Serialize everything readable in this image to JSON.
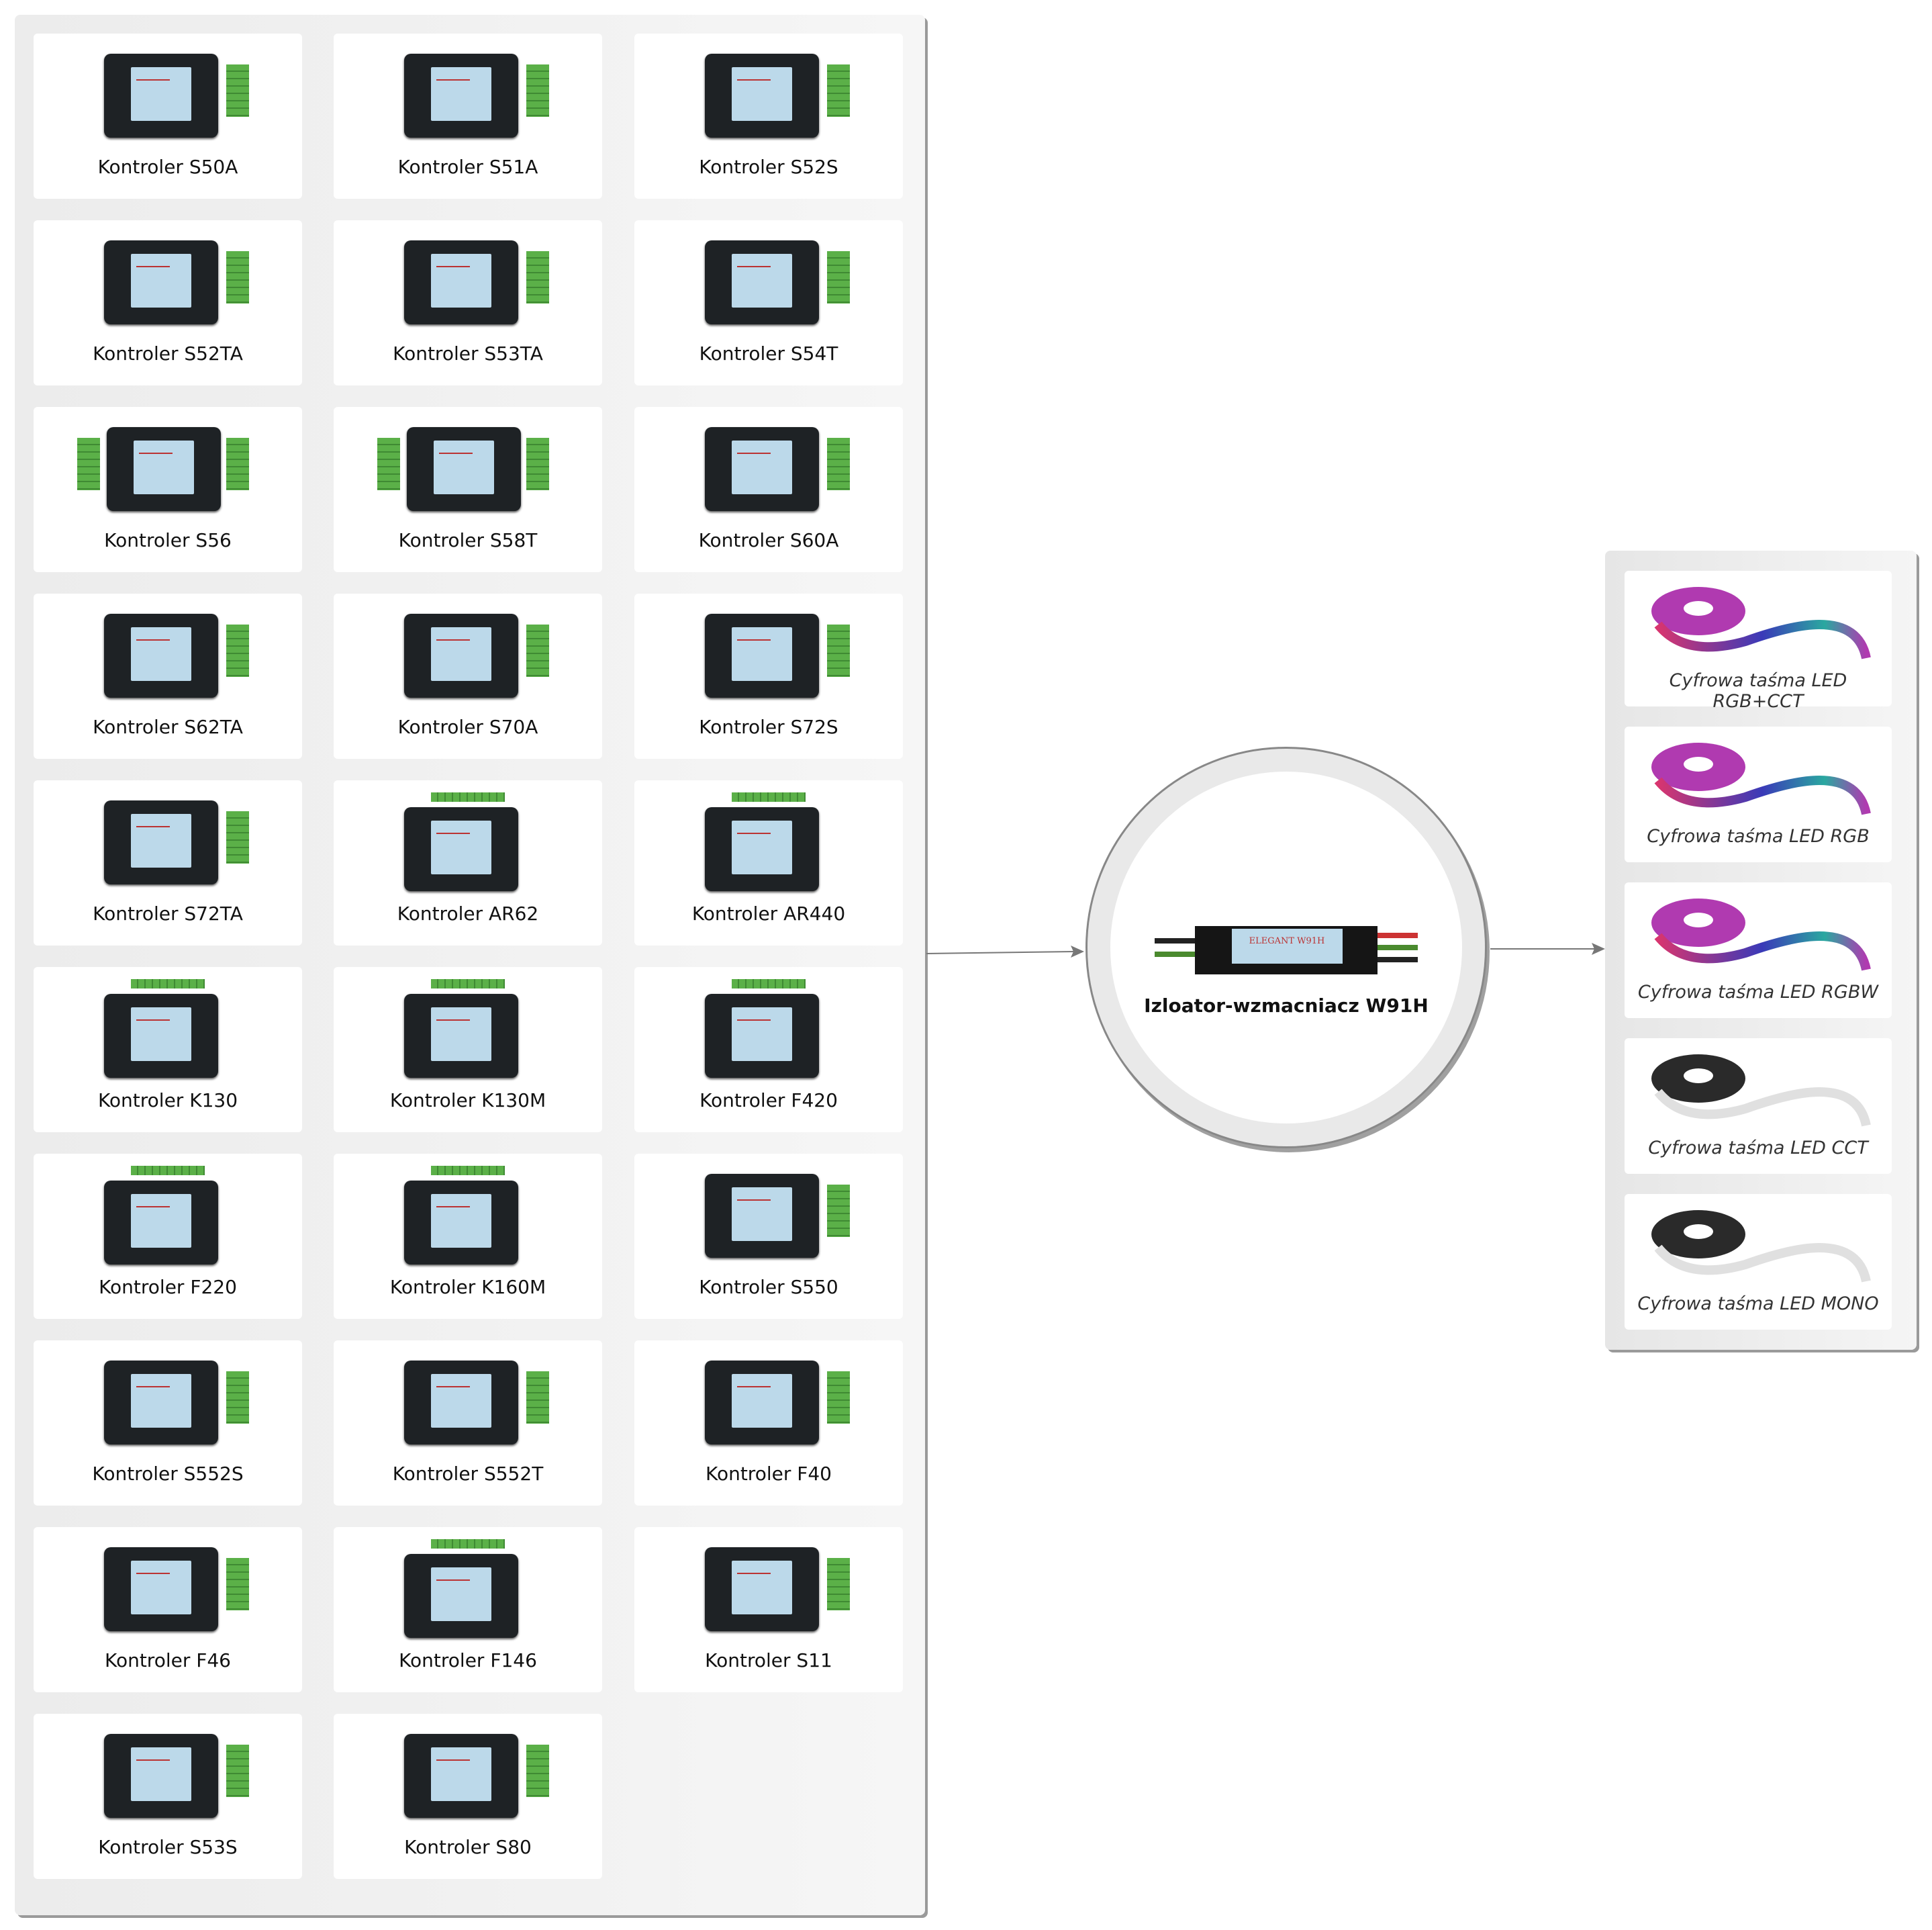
{
  "controllers": [
    {
      "label": "Kontroler S50A",
      "style": "side"
    },
    {
      "label": "Kontroler S51A",
      "style": "side"
    },
    {
      "label": "Kontroler S52S",
      "style": "side"
    },
    {
      "label": "Kontroler S52TA",
      "style": "side"
    },
    {
      "label": "Kontroler S53TA",
      "style": "side"
    },
    {
      "label": "Kontroler S54T",
      "style": "side"
    },
    {
      "label": "Kontroler S56",
      "style": "both"
    },
    {
      "label": "Kontroler S58T",
      "style": "both"
    },
    {
      "label": "Kontroler S60A",
      "style": "side"
    },
    {
      "label": "Kontroler S62TA",
      "style": "side"
    },
    {
      "label": "Kontroler S70A",
      "style": "side"
    },
    {
      "label": "Kontroler S72S",
      "style": "side"
    },
    {
      "label": "Kontroler S72TA",
      "style": "side"
    },
    {
      "label": "Kontroler AR62",
      "style": "top"
    },
    {
      "label": "Kontroler AR440",
      "style": "top"
    },
    {
      "label": "Kontroler K130",
      "style": "top"
    },
    {
      "label": "Kontroler K130M",
      "style": "top"
    },
    {
      "label": "Kontroler F420",
      "style": "top"
    },
    {
      "label": "Kontroler F220",
      "style": "top"
    },
    {
      "label": "Kontroler K160M",
      "style": "top"
    },
    {
      "label": "Kontroler S550",
      "style": "side"
    },
    {
      "label": "Kontroler S552S",
      "style": "side"
    },
    {
      "label": "Kontroler S552T",
      "style": "side"
    },
    {
      "label": "Kontroler F40",
      "style": "side"
    },
    {
      "label": "Kontroler F46",
      "style": "side"
    },
    {
      "label": "Kontroler F146",
      "style": "top"
    },
    {
      "label": "Kontroler S11",
      "style": "side"
    },
    {
      "label": "Kontroler S53S",
      "style": "side"
    },
    {
      "label": "Kontroler S80",
      "style": "side"
    }
  ],
  "center": {
    "title": "Izloator-wzmacniacz W91H",
    "device_text": "ELEGANT W91H"
  },
  "strips": [
    {
      "label": "Cyfrowa taśma LED RGB+CCT",
      "kind": "rgb"
    },
    {
      "label": "Cyfrowa taśma LED RGB",
      "kind": "rgb"
    },
    {
      "label": "Cyfrowa taśma LED RGBW",
      "kind": "rgb"
    },
    {
      "label": "Cyfrowa taśma LED CCT",
      "kind": "white"
    },
    {
      "label": "Cyfrowa taśma LED MONO",
      "kind": "white"
    }
  ],
  "colors": {
    "connector": "#5bb048",
    "arrow": "#777777"
  }
}
